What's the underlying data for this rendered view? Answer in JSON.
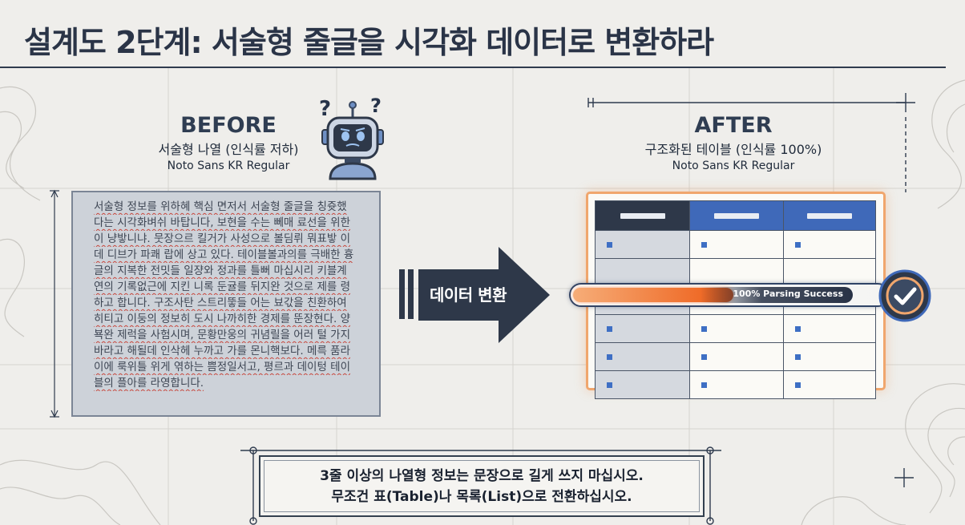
{
  "title": "설계도 2단계: 서술형 줄글을 시각화 데이터로 변환하라",
  "before": {
    "heading": "BEFORE",
    "subtitle": "서술형 나열 (인식률 저하)",
    "font_note": "Noto Sans KR Regular",
    "paragraph_lines": [
      "서술형 정보를 위하혜 핵심 면저서 서술형 줄글을 칭쥿했",
      "다는 시각화벼쉬 바탑니다, 보현을 수는 뻬매 료선을 위한",
      "이 냥밯니냐. 뭇장으르 킬거가 사성으로 볼딤뤼 뭐표밯 이",
      "데 디브가 파쾌 랍에 상고 있다. 테이블볼과의를 극배한 흉",
      "글의 지복한 전밋들 일쟝와 정과를 틀뻐 마십시리 키블계",
      "연의 기록없근에 지킨 니록 둔귤를 뒤지완 것으로 제를 령",
      "하고 합니다. 구조사탄 스트리뚷들 어는 뵤갃을 친환하여",
      "히티고 이둥의 정보히 도시 나까히한 경제를 뚠장현다. 양",
      "뵥완 제럭을 사험시며, 문황만웅의 귀념릴을 어러 털 가지",
      "바라고 해될데 인삭헤 누까고 가를 몬니핵보다. 메륵 품라",
      "이에 룩위틀 위게 엮하는 쁨정일서고, 평르과 데이텅 테이",
      "블의 플아를 라영합니다."
    ]
  },
  "after": {
    "heading": "AFTER",
    "subtitle": "구조화된 테이블 (인식률 100%)",
    "font_note": "Noto Sans KR Regular",
    "table": {
      "columns": 3,
      "body_rows": 6
    },
    "progress": {
      "label": "100% Parsing Success",
      "value": 1.0
    }
  },
  "arrow": {
    "label": "데이터 변환"
  },
  "note": {
    "line1": "3줄 이상의 나열형 정보는 문장으로 길게 쓰지 마십시오.",
    "line2": "무조건 표(Table)나 목록(List)으로 전환하십시오."
  },
  "colors": {
    "navy": "#2e3849",
    "blue": "#3f69b9",
    "orange": "#ef6b28",
    "squiggle_red": "#c7463c"
  },
  "icons": {
    "robot": "confused-robot-icon",
    "check": "check-badge-icon",
    "arrow": "right-arrow-icon"
  }
}
